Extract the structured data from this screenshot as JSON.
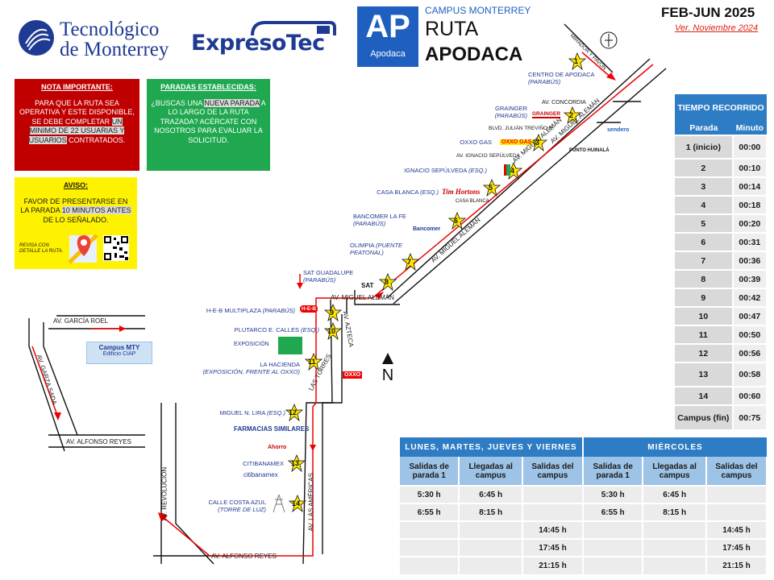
{
  "header": {
    "tec_line1": "Tecnológico",
    "tec_line2": "de Monterrey",
    "expreso": "ExpresoTec",
    "ap_big": "AP",
    "ap_small": "Apodaca",
    "campus": "CAMPUS MONTERREY",
    "ruta": "RUTA",
    "apodaca": "APODACA",
    "period": "FEB-JUN 2025",
    "version": "Ver. Noviembre 2024"
  },
  "notes": {
    "important_head": "NOTA IMPORTANTE:",
    "important_text1": "PARA QUE LA RUTA SEA OPERATIVA Y ESTE DISPONIBLE, SE DEBE COMPLETAR",
    "important_hl": "UN MINIMO DE 22 USUARIAS Y USUARIOS",
    "important_text2": "CONTRATADOS.",
    "stops_head": "PARADAS ESTABLECIDAS:",
    "stops_text1": "¿BUSCAS UNA",
    "stops_hl": "NUEVA PARADA",
    "stops_text2": "A LO LARGO DE LA RUTA TRAZADA? ACÉRCATE CON NOSOTROS PARA EVALUAR LA SOLICITUD.",
    "aviso_head": "AVISO:",
    "aviso_text1": "FAVOR DE PRESENTARSE EN LA PARADA",
    "aviso_hl": "10 MINUTOS ANTES",
    "aviso_text2": "DE LO SEÑALADO.",
    "revisa": "REVISA CON DETALLE LA RUTA."
  },
  "campus_box": {
    "title": "Campus MTY",
    "sub": "Edificio CIAP"
  },
  "north": "N",
  "streets": {
    "concordia": "AV. CONCORDIA",
    "julian": "BLVD. JULIÁN TREVIÑO E.",
    "sepulveda": "AV. IGNACIO SEPÚLVEDA",
    "casablanca": "CASA BLANCA",
    "miguel1": "AV. MIGUEL ALEMÁN",
    "miguel2": "AV. MIGUEL ALEMÁN",
    "miguel3": "AV. MIGUEL ALEMÁN",
    "miguel4": "AV. MIGUEL ALEMÁN",
    "azteca": "AV. AZTECA",
    "torres": "LAS TORRES",
    "americas": "AV. LAS AMÉRICAS",
    "alfonso1": "AV. ALFONSO REYES",
    "alfonso2": "AV. ALFONSO REYES",
    "revolucion": "AV. REVOLUCIÓN",
    "garcia_roel": "AV. GARCÍA ROEL",
    "garza_sada": "AV. GARZA SADA",
    "mirador": "MIRADOR Y PAVÓN"
  },
  "stops": [
    {
      "n": "1",
      "name": "CENTRO DE APODACA",
      "note": "(PARABÚS)"
    },
    {
      "n": "2",
      "name": "GRAINGER",
      "note": "(PARABÚS)"
    },
    {
      "n": "3",
      "name": "OXXO GAS",
      "note": ""
    },
    {
      "n": "4",
      "name": "IGNACIO SEPÚLVEDA",
      "note": "(ESQ.)"
    },
    {
      "n": "5",
      "name": "CASA BLANCA",
      "note": "(ESQ.)"
    },
    {
      "n": "6",
      "name": "BANCOMER LA FE",
      "note": "(PARABÚS)"
    },
    {
      "n": "7",
      "name": "OLIMPIA",
      "note": "(PUENTE PEATONAL)"
    },
    {
      "n": "8",
      "name": "SAT GUADALUPE",
      "note": "(PARABÚS)"
    },
    {
      "n": "9",
      "name": "H-E-B MULTIPLAZA",
      "note": "(PARABÚS)"
    },
    {
      "n": "10",
      "name": "PLUTARCO E. CALLES",
      "note": "(ESQ.)"
    },
    {
      "n": "11",
      "name": "LA HACIENDA",
      "note": "(EXPOSICIÓN, FRENTE AL OXXO)"
    },
    {
      "n": "12",
      "name": "MIGUEL N. LIRA",
      "note": "(ESQ.)"
    },
    {
      "n": "13",
      "name": "CITIBANAMEX",
      "note": ""
    },
    {
      "n": "14",
      "name": "CALLE COSTA AZUL",
      "note": "(TORRE DE LUZ)"
    }
  ],
  "brands": {
    "grainger": "GRAINGER",
    "oxxogas": "OXXO GAS",
    "tim": "Tim Hortons",
    "bancomer": "Bancomer",
    "sat": "SAT",
    "heb": "H-E-B",
    "expo": "EXPOSICIÓN",
    "farm": "FARMACIAS SIMILARES",
    "ahorro": "Ahorro",
    "citi": "citibanamex",
    "oxxo": "OXXO",
    "punto": "PUNTO HUINALÁ",
    "sendero": "sendero"
  },
  "time_table": {
    "title": "TIEMPO RECORRIDO",
    "col_parada": "Parada",
    "col_minuto": "Minuto",
    "rows": [
      {
        "p": "1 (inicio)",
        "m": "00:00"
      },
      {
        "p": "2",
        "m": "00:10"
      },
      {
        "p": "3",
        "m": "00:14"
      },
      {
        "p": "4",
        "m": "00:18"
      },
      {
        "p": "5",
        "m": "00:20"
      },
      {
        "p": "6",
        "m": "00:31"
      },
      {
        "p": "7",
        "m": "00:36"
      },
      {
        "p": "8",
        "m": "00:39"
      },
      {
        "p": "9",
        "m": "00:42"
      },
      {
        "p": "10",
        "m": "00:47"
      },
      {
        "p": "11",
        "m": "00:50"
      },
      {
        "p": "12",
        "m": "00:56"
      },
      {
        "p": "13",
        "m": "00:58"
      },
      {
        "p": "14",
        "m": "00:60"
      },
      {
        "p": "Campus (fin)",
        "m": "00:75"
      }
    ]
  },
  "schedule": {
    "group1": "LUNES, MARTES, JUEVES Y VIERNES",
    "group2": "MIÉRCOLES",
    "cols": [
      "Salidas de parada 1",
      "Llegadas al campus",
      "Salidas del campus",
      "Salidas de parada 1",
      "Llegadas al campus",
      "Salidas del campus"
    ],
    "rows": [
      [
        "5:30 h",
        "6:45 h",
        "",
        "5:30 h",
        "6:45 h",
        ""
      ],
      [
        "6:55 h",
        "8:15 h",
        "",
        "6:55 h",
        "8:15 h",
        ""
      ],
      [
        "",
        "",
        "14:45 h",
        "",
        "",
        "14:45 h"
      ],
      [
        "",
        "",
        "17:45 h",
        "",
        "",
        "17:45 h"
      ],
      [
        "",
        "",
        "21:15 h",
        "",
        "",
        "21:15 h"
      ]
    ]
  }
}
